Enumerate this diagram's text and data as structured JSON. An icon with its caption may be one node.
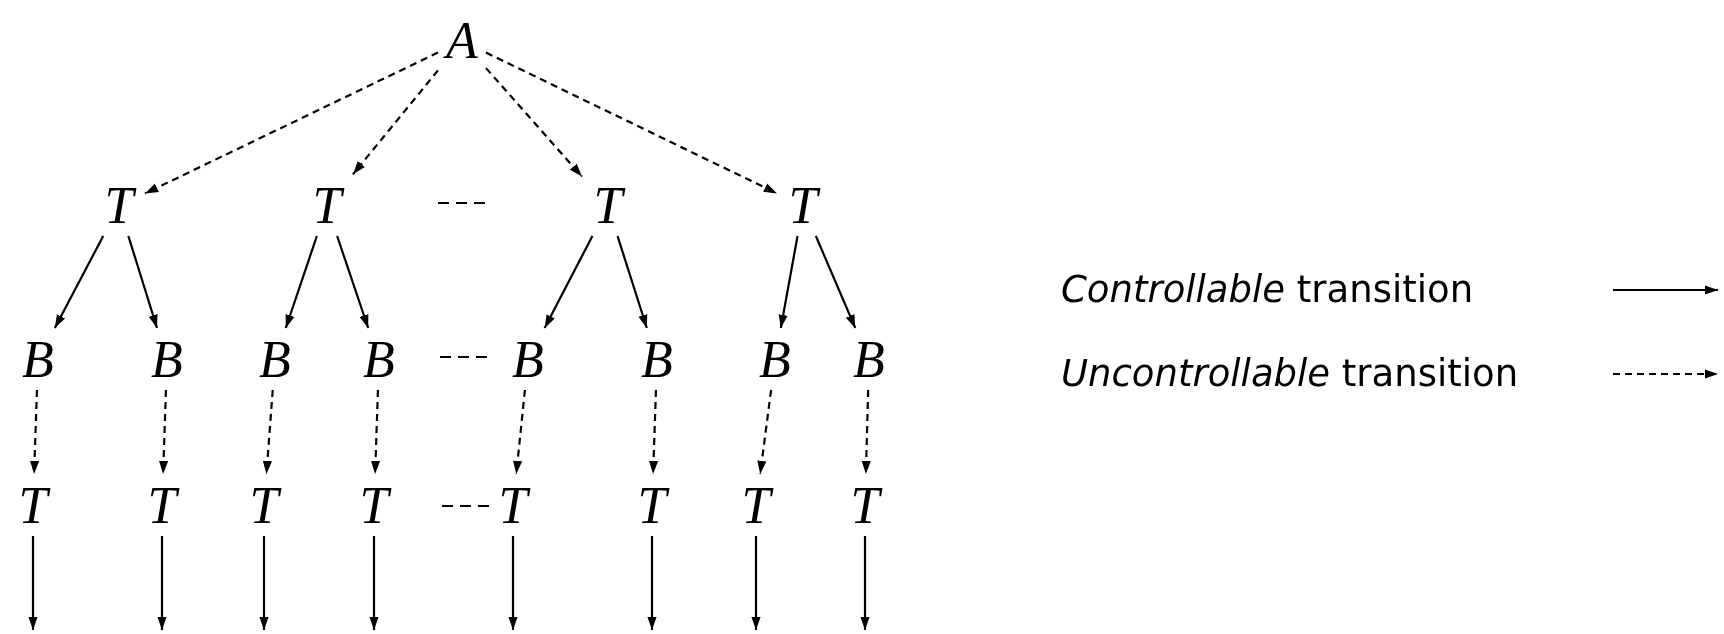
{
  "diagram": {
    "nodes": [
      {
        "text": [
          "A"
        ]
      },
      {
        "text": [
          "T"
        ]
      },
      {
        "text": [
          "T"
        ]
      },
      {
        "text": [
          "T"
        ]
      },
      {
        "text": [
          "T"
        ]
      },
      {
        "text": [
          "B"
        ]
      },
      {
        "text": [
          "B"
        ]
      },
      {
        "text": [
          "B"
        ]
      },
      {
        "text": [
          "B"
        ]
      },
      {
        "text": [
          "B"
        ]
      },
      {
        "text": [
          "B"
        ]
      },
      {
        "text": [
          "B"
        ]
      },
      {
        "text": [
          "B"
        ]
      },
      {
        "text": [
          "T"
        ]
      },
      {
        "text": [
          "T"
        ]
      },
      {
        "text": [
          "T"
        ]
      },
      {
        "text": [
          "T"
        ]
      },
      {
        "text": [
          "T"
        ]
      },
      {
        "text": [
          "T"
        ]
      },
      {
        "text": [
          "T"
        ]
      },
      {
        "text": [
          "T"
        ]
      }
    ],
    "edges": [
      {
        "from": 0,
        "to": 1,
        "arrow": "to",
        "style": "dashed"
      },
      {
        "from": 0,
        "to": 2,
        "arrow": "to",
        "style": "dashed"
      },
      {
        "from": 0,
        "to": 3,
        "arrow": "to",
        "style": "dashed"
      },
      {
        "from": 0,
        "to": 4,
        "arrow": "to",
        "style": "dashed"
      },
      {
        "from": 1,
        "to": 5,
        "arrow": "to"
      },
      {
        "from": 1,
        "to": 6,
        "arrow": "to"
      },
      {
        "from": 2,
        "to": 7,
        "arrow": "to"
      },
      {
        "from": 2,
        "to": 8,
        "arrow": "to"
      },
      {
        "from": 3,
        "to": 9,
        "arrow": "to"
      },
      {
        "from": 3,
        "to": 10,
        "arrow": "to"
      },
      {
        "from": 4,
        "to": 11,
        "arrow": "to"
      },
      {
        "from": 4,
        "to": 12,
        "arrow": "to"
      },
      {
        "from": 5,
        "to": 13,
        "arrow": "to",
        "style": "dashed"
      },
      {
        "from": 6,
        "to": 14,
        "arrow": "to",
        "style": "dashed"
      },
      {
        "from": 7,
        "to": 15,
        "arrow": "to",
        "style": "dashed"
      },
      {
        "from": 8,
        "to": 16,
        "arrow": "to",
        "style": "dashed"
      },
      {
        "from": 9,
        "to": 17,
        "arrow": "to",
        "style": "dashed"
      },
      {
        "from": 10,
        "to": 18,
        "arrow": "to",
        "style": "dashed"
      },
      {
        "from": 11,
        "to": 19,
        "arrow": "to",
        "style": "dashed"
      },
      {
        "from": 12,
        "to": 20,
        "arrow": "to",
        "style": "dashed"
      },
      {
        "from": 13,
        "to": null,
        "arrow": "to"
      },
      {
        "from": 14,
        "to": null,
        "arrow": "to"
      },
      {
        "from": 15,
        "to": null,
        "arrow": "to"
      },
      {
        "from": 16,
        "to": null,
        "arrow": "to"
      },
      {
        "from": 17,
        "to": null,
        "arrow": "to"
      },
      {
        "from": 18,
        "to": null,
        "arrow": "to"
      },
      {
        "from": 19,
        "to": null,
        "arrow": "to"
      },
      {
        "from": 20,
        "to": null,
        "arrow": "to"
      }
    ],
    "legend": [
      {
        "text": "*Controllable* transition"
      },
      {
        "text": "*Uncontrollable* transition"
      }
    ]
  }
}
